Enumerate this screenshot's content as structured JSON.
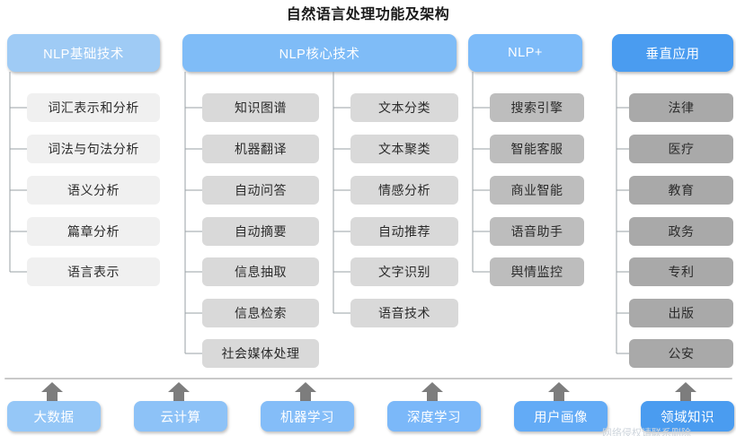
{
  "title": "自然语言处理功能及架构",
  "colors": {
    "header_1": "#9fcbf5",
    "header_2": "#7fbcf7",
    "header_3": "#7dbbf9",
    "header_4": "#4a9cf0",
    "item_light": "#f0f0f0",
    "item_mid": "#d9d9d9",
    "item_dark": "#bdbdbd",
    "item_darker": "#a9a9a9",
    "connector": "#9aa0a6",
    "arrow": "#7d7d7d",
    "separator": "#c9c9c9"
  },
  "headers": [
    {
      "label": "NLP基础技术"
    },
    {
      "label": "NLP核心技术"
    },
    {
      "label": "NLP+"
    },
    {
      "label": "垂直应用"
    }
  ],
  "columns": [
    {
      "name": "nlp-basic",
      "parent": "NLP基础技术",
      "items": [
        "词汇表示和分析",
        "词法与句法分析",
        "语义分析",
        "篇章分析",
        "语言表示"
      ]
    },
    {
      "name": "nlp-core-left",
      "parent": "NLP核心技术",
      "items": [
        "知识图谱",
        "机器翻译",
        "自动问答",
        "自动摘要",
        "信息抽取",
        "信息检索",
        "社会媒体处理"
      ]
    },
    {
      "name": "nlp-core-right",
      "parent": "NLP核心技术",
      "items": [
        "文本分类",
        "文本聚类",
        "情感分析",
        "自动推荐",
        "文字识别",
        "语音技术"
      ]
    },
    {
      "name": "nlp-plus",
      "parent": "NLP+",
      "items": [
        "搜索引擎",
        "智能客服",
        "商业智能",
        "语音助手",
        "舆情监控"
      ]
    },
    {
      "name": "vertical-applications",
      "parent": "垂直应用",
      "items": [
        "法律",
        "医疗",
        "教育",
        "政务",
        "专利",
        "出版",
        "公安"
      ]
    }
  ],
  "foundation": [
    {
      "label": "大数据",
      "color": "#95c7f7"
    },
    {
      "label": "云计算",
      "color": "#8dc2f7"
    },
    {
      "label": "机器学习",
      "color": "#84bdf8"
    },
    {
      "label": "深度学习",
      "color": "#7bb8f9"
    },
    {
      "label": "用户画像",
      "color": "#63abf6"
    },
    {
      "label": "领域知识",
      "color": "#4a9cf0"
    }
  ],
  "watermark": "网络侵权请联系删除"
}
